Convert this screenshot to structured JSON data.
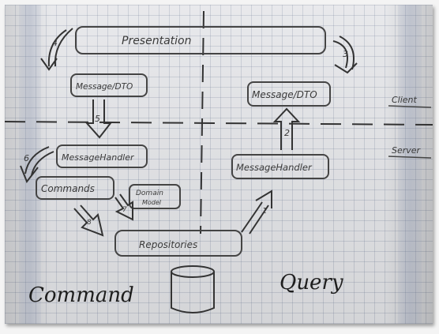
{
  "boxes": {
    "presentation": "Presentation",
    "message_dto_left": "Message/DTO",
    "message_dto_right": "Message/DTO",
    "message_handler_left": "MessageHandler",
    "message_handler_right": "MessageHandler",
    "commands": "Commands",
    "domain_model_line1": "Domain",
    "domain_model_line2": "Model",
    "repositories": "Repositories"
  },
  "side_labels": {
    "client": "Client",
    "server": "Server"
  },
  "bottom_labels": {
    "command": "Command",
    "query": "Query"
  },
  "step_numbers": {
    "s1": "1",
    "s2": "2",
    "s3": "3",
    "s4": "4",
    "s5": "5",
    "s6": "6",
    "s7": "7",
    "s8": "8"
  },
  "colors": {
    "ink": "#3a3a3a",
    "paper": "#e6e7ea",
    "grid": "#5f6e8c"
  }
}
